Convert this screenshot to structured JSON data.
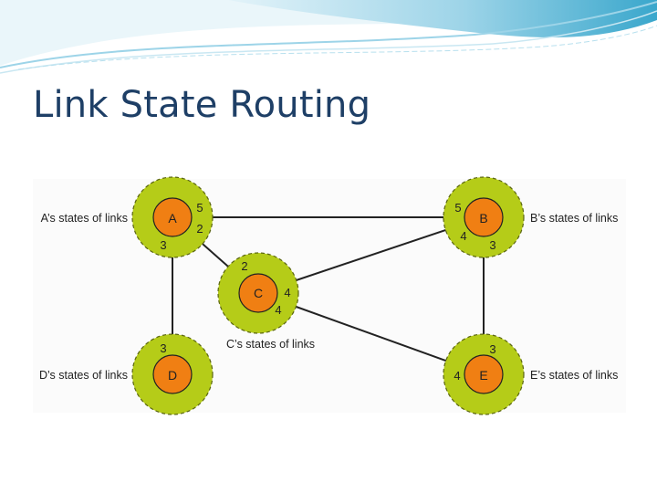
{
  "slide": {
    "title": "Link State Routing"
  },
  "colors": {
    "title": "#1e3f66",
    "halo": "#b5cc18",
    "node": "#f07f13",
    "link": "#222222",
    "header_light": "#cfeaf4",
    "header_mid": "#7fc7e0",
    "header_dark": "#2f9fc6"
  },
  "nodes": [
    {
      "id": "A",
      "label": "A",
      "state_label": "A’s states of links"
    },
    {
      "id": "B",
      "label": "B",
      "state_label": "B’s states of links"
    },
    {
      "id": "C",
      "label": "C",
      "state_label": "C’s states of links"
    },
    {
      "id": "D",
      "label": "D",
      "state_label": "D’s states of links"
    },
    {
      "id": "E",
      "label": "E",
      "state_label": "E’s states of links"
    }
  ],
  "links": [
    {
      "from": "A",
      "to": "B",
      "cost": 5
    },
    {
      "from": "A",
      "to": "C",
      "cost": 2
    },
    {
      "from": "A",
      "to": "D",
      "cost": 3
    },
    {
      "from": "B",
      "to": "C",
      "cost": 4
    },
    {
      "from": "B",
      "to": "E",
      "cost": 3
    },
    {
      "from": "C",
      "to": "E",
      "cost": 4
    }
  ],
  "cost_labels": {
    "A_B": "5",
    "A_C": "2",
    "A_D": "3",
    "B_A": "5",
    "B_C": "4",
    "B_E": "3",
    "C_A": "2",
    "C_B": "4",
    "C_E": "4",
    "D_A": "3",
    "E_B": "3",
    "E_C": "4"
  }
}
